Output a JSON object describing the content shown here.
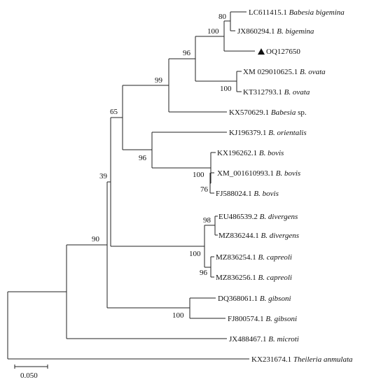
{
  "tree": {
    "leaves": {
      "l1": {
        "accession": "LC611415.1",
        "species": "Babesia bigemina"
      },
      "l2": {
        "accession": "JX860294.1",
        "species": "B. bigemina"
      },
      "l3": {
        "accession": "OQ127650",
        "species": "",
        "marker": "triangle-marker-icon"
      },
      "l4": {
        "accession": "XM 029010625.1",
        "species": "B. ovata"
      },
      "l5": {
        "accession": "KT312793.1",
        "species": "B. ovata"
      },
      "l6": {
        "accession": "KX570629.1",
        "species": "Babesia",
        "suffix": " sp."
      },
      "l7": {
        "accession": "KJ196379.1",
        "species": "B. orientalis"
      },
      "l8": {
        "accession": "KX196262.1",
        "species": "B. bovis"
      },
      "l9": {
        "accession": "XM_001610993.1",
        "species": "B. bovis"
      },
      "l10": {
        "accession": "FJ588024.1",
        "species": "B. bovis"
      },
      "l11": {
        "accession": "EU486539.2",
        "species": "B. divergens"
      },
      "l12": {
        "accession": "MZ836244.1",
        "species": "B. divergens"
      },
      "l13": {
        "accession": "MZ836254.1",
        "species": "B. capreoli"
      },
      "l14": {
        "accession": "MZ836256.1",
        "species": "B. capreoli"
      },
      "l15": {
        "accession": "DQ368061.1",
        "species": "B. gibsoni"
      },
      "l16": {
        "accession": "FJ800574.1",
        "species": "B. gibsoni"
      },
      "l17": {
        "accession": "JX488467.1",
        "species": "B. microti"
      },
      "l18": {
        "accession": "KX231674.1",
        "species": "Theileria anmulata"
      }
    },
    "bootstrap": {
      "n_bigemina": "80",
      "n_bigemina_ovata": "100",
      "n_ovata": "100",
      "n_bigemina_ovata_group": "96",
      "n_babesia_sp": "99",
      "n_bovis": "76",
      "n_bovis_group": "100",
      "n_orientalis_bovis": "96",
      "n_upper": "65",
      "n_upper_divergens": "39",
      "n_divergens": "98",
      "n_capreoli": "96",
      "n_divergens_capreoli": "100",
      "n_gibsoni": "100",
      "n_core": "90"
    },
    "scale_bar": {
      "label": "0.050",
      "length": 0.05
    }
  },
  "colors": {
    "line": "#222222",
    "text": "#111111"
  }
}
